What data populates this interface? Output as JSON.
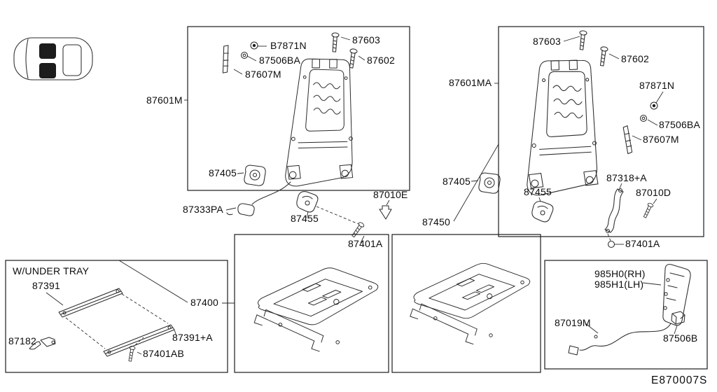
{
  "diagram_id": "E870007S",
  "groups": {
    "seatback_left": {
      "assembly": "87601M",
      "parts": {
        "nut": "B7871N",
        "washer": "87506BA",
        "stud": "87607M",
        "bolt_top": "87603",
        "bolt_side": "87602",
        "speaker": "87405",
        "harness": "87333PA",
        "lumbar": "87455",
        "clip": "87010E",
        "bolt_lower": "87401A"
      }
    },
    "seatback_right": {
      "assembly": "87601MA",
      "parts": {
        "bolt_top": "87603",
        "bolt_side": "87602",
        "nut": "87871N",
        "washer": "87506BA",
        "stud": "87607M",
        "speaker": "87405",
        "lumbar": "87455",
        "bracket": "87318+A",
        "bolt_bracket": "87010D",
        "bolt_lower": "87401A"
      }
    },
    "under_tray": {
      "note": "W/UNDER TRAY",
      "parts": {
        "slide_inner": "87391",
        "lever": "87182",
        "slide_outer": "87391+A",
        "bolt": "87401AB"
      }
    },
    "cushion_left": {
      "assembly": "87400"
    },
    "cushion_right": {
      "assembly": "87450"
    },
    "side_trim": {
      "parts": {
        "finisher_rh": "985H0(RH)",
        "finisher_lh": "985H1(LH)",
        "harness": "87019M",
        "clip": "87506B"
      }
    }
  }
}
